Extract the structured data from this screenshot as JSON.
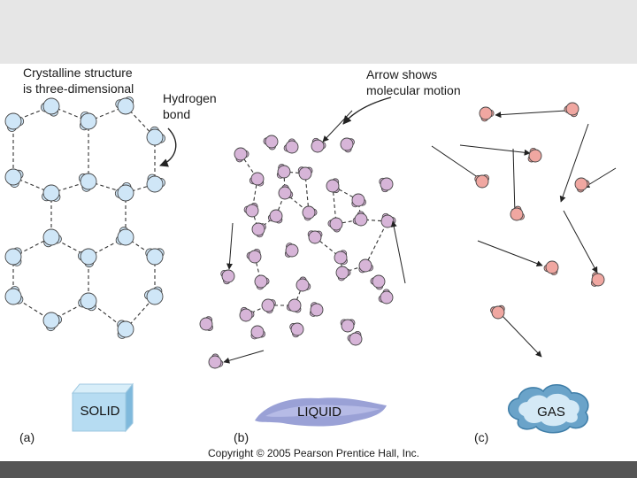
{
  "labels": {
    "crystalline_1": "Crystalline structure",
    "crystalline_2": "is three-dimensional",
    "hydrogen_1": "Hydrogen",
    "hydrogen_2": "bond",
    "arrow_1": "Arrow shows",
    "arrow_2": "molecular motion"
  },
  "panels": {
    "a": "(a)",
    "b": "(b)",
    "c": "(c)"
  },
  "states": {
    "solid": "SOLID",
    "liquid": "LIQUID",
    "gas": "GAS"
  },
  "copyright": "Copyright © 2005 Pearson Prentice Hall, Inc.",
  "colors": {
    "solid": "#cfe6f7",
    "liquid": "#d7b5d8",
    "gas": "#f0a7a1",
    "band": "#e6e6e6",
    "footer_band": "#555555"
  }
}
